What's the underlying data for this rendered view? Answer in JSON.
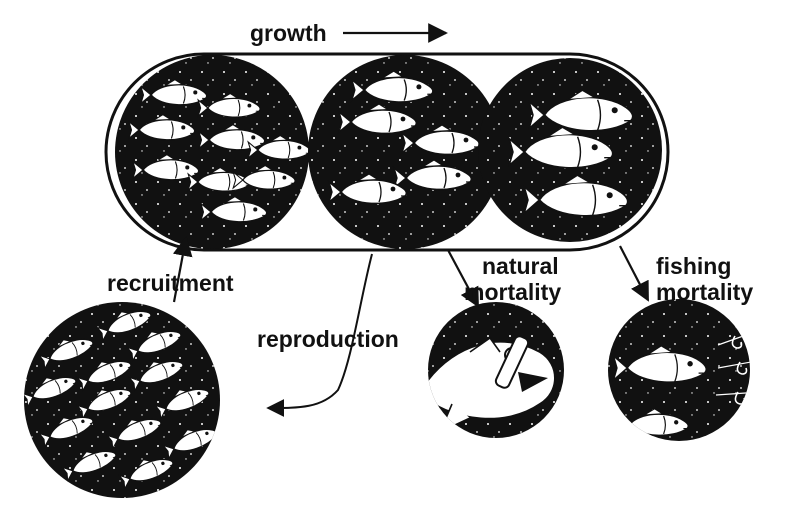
{
  "labels": {
    "growth": "growth",
    "recruitment": "recruitment",
    "reproduction": "reproduction",
    "natural_line1": "natural",
    "natural_line2": "mortality",
    "fishing_line1": "fishing",
    "fishing_line2": "mortality"
  },
  "colors": {
    "ink": "#111111",
    "fish_body": "#ffffff",
    "background": "#ffffff"
  },
  "icons": {
    "stock_cohorts": [
      "fish-school-icon",
      "fish-school-icon",
      "large-fish-icon"
    ],
    "recruits": "fish-school-icon",
    "natural_mortality": "predator-fish-icon",
    "fishing_mortality": "hooked-fish-icon"
  }
}
